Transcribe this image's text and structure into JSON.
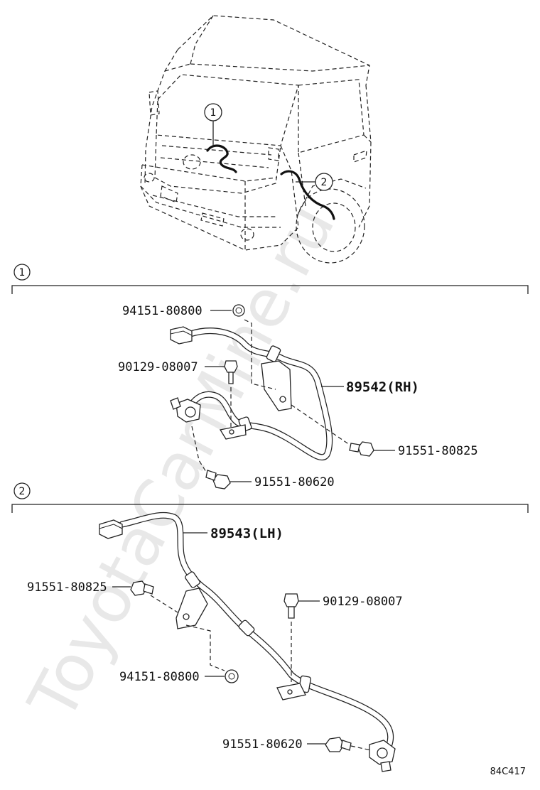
{
  "watermark": "ToyotaCarMine.ru",
  "reference_code": "84C417",
  "overview": {
    "callouts": [
      "1",
      "2"
    ]
  },
  "sections": [
    {
      "number": "1",
      "parts": [
        {
          "code": "94151-80800"
        },
        {
          "code": "90129-08007"
        },
        {
          "code": "89542",
          "suffix": "(RH)"
        },
        {
          "code": "91551-80825"
        },
        {
          "code": "91551-80620"
        }
      ]
    },
    {
      "number": "2",
      "parts": [
        {
          "code": "89543",
          "suffix": "(LH)"
        },
        {
          "code": "91551-80825"
        },
        {
          "code": "90129-08007"
        },
        {
          "code": "94151-80800"
        },
        {
          "code": "91551-80620"
        }
      ]
    }
  ]
}
